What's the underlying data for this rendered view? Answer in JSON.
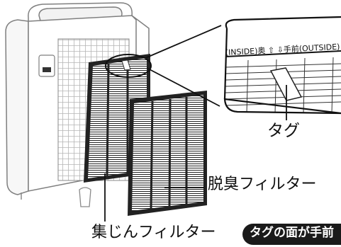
{
  "labels": {
    "tag": "タグ",
    "deodorizing_filter": "脱臭フィルター",
    "dust_filter": "集じんフィルター",
    "note_pill": "タグの面が手前"
  },
  "zoom": {
    "text": "(INSIDE)奥 ⇧ ⇩手前(OUTSIDE)"
  },
  "colors": {
    "line": "#1a1a1a",
    "pill_bg": "#1a1a1a",
    "pill_text": "#ffffff",
    "unit_outline": "#8a8a8a"
  }
}
